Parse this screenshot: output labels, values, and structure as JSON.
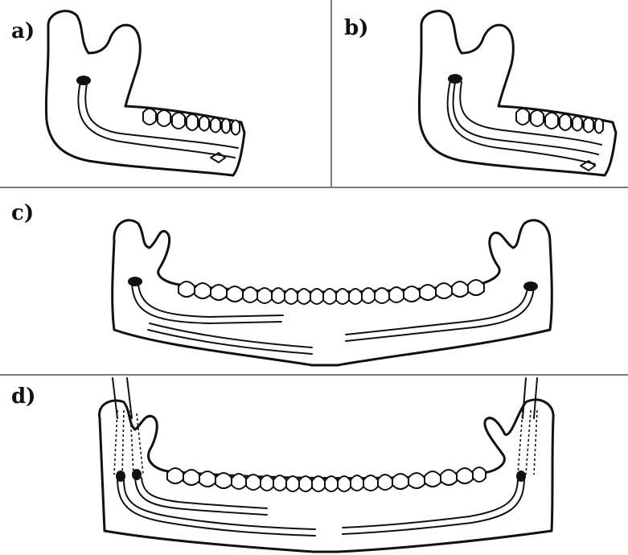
{
  "panels": [
    {
      "id": "a",
      "label": "a)"
    },
    {
      "id": "b",
      "label": "b)"
    },
    {
      "id": "c",
      "label": "c)"
    },
    {
      "id": "d",
      "label": "d)"
    }
  ],
  "colors": {
    "line": "#111111",
    "divider": "#7a7a7a",
    "background": "#ffffff"
  }
}
